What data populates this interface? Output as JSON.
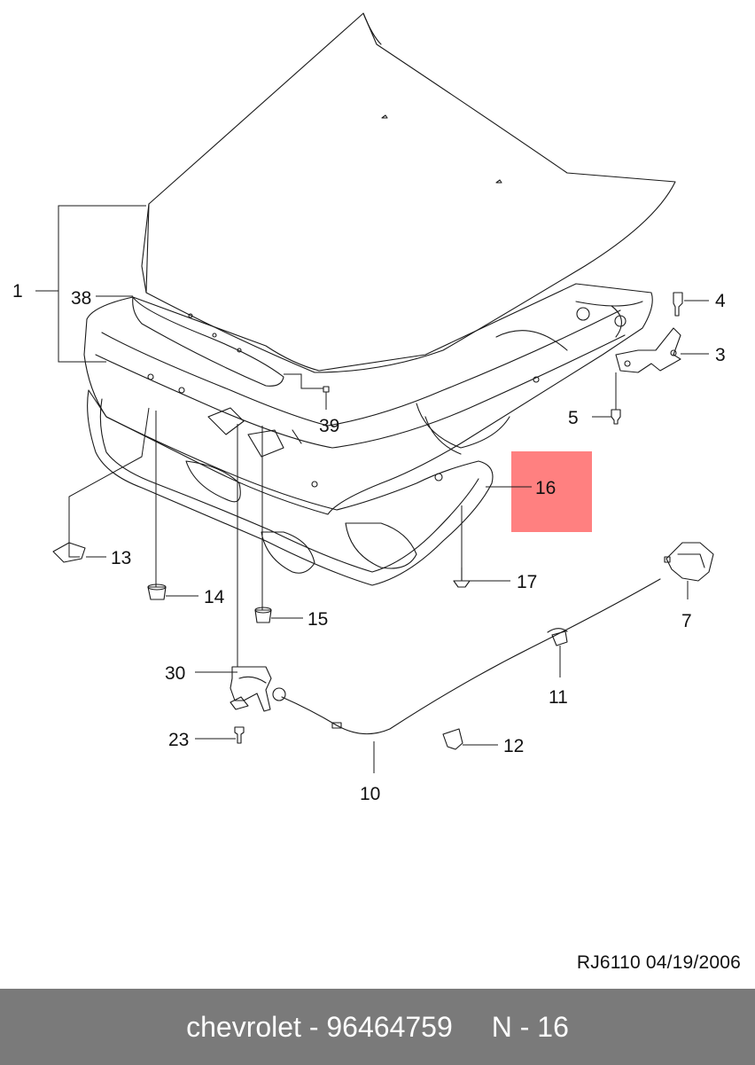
{
  "diagram": {
    "callouts": {
      "c1": "1",
      "c3": "3",
      "c4": "4",
      "c5": "5",
      "c7": "7",
      "c10": "10",
      "c11": "11",
      "c12": "12",
      "c13": "13",
      "c14": "14",
      "c15": "15",
      "c16": "16",
      "c17": "17",
      "c23": "23",
      "c30": "30",
      "c38": "38",
      "c39": "39"
    },
    "highlighted_part": "16",
    "highlight_color": "#ff8080",
    "reference": "RJ6110  04/19/2006"
  },
  "footer": {
    "brand": "chevrolet",
    "separator": "-",
    "part_number": "96464759",
    "section": "N - 16",
    "background": "#7a7a7a"
  }
}
